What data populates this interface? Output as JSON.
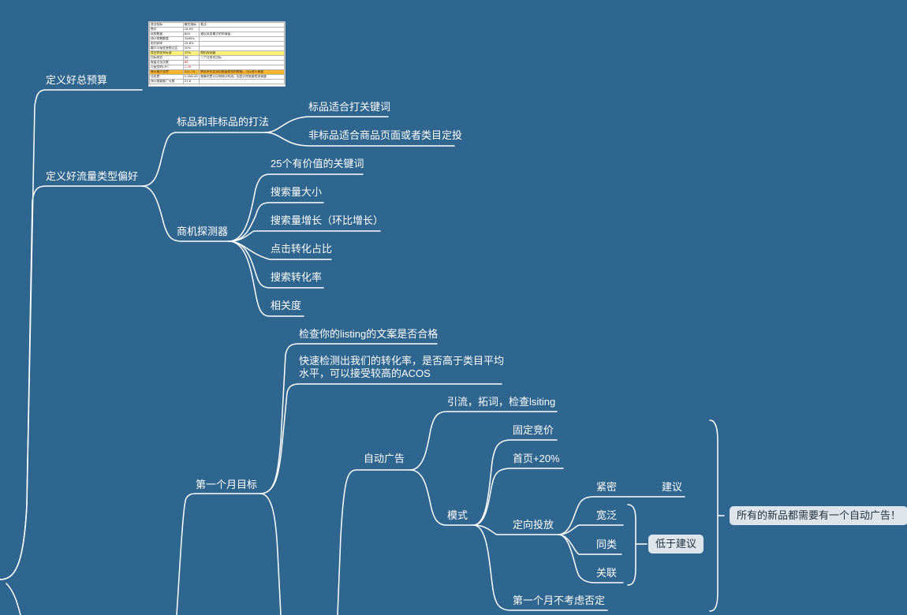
{
  "colors": {
    "background": "#2f6690",
    "line": "#ffffff",
    "text": "#ffffff",
    "callout_bg": "#dde4ea"
  },
  "nodes": {
    "budget": "定义好总预算",
    "traffic_pref": "定义好流量类型偏好",
    "std_vs_nonstd": "标品和非标品的打法",
    "std_keywords": "标品适合打关键词",
    "nonstd_targeting": "非标品适合商品页面或者类目定投",
    "opportunity_explorer": "商机探测器",
    "kw25": "25个有价值的关键词",
    "search_volume": "搜索量大小",
    "search_growth": "搜索量增长（环比增长）",
    "click_conv_share": "点击转化占比",
    "search_conv_rate": "搜索转化率",
    "relevance": "相关度",
    "first_month_goal": "第一个月目标",
    "listing_copy_check": "检查你的listing的文案是否合格",
    "conversion_check": "快速检测出我们的转化率，是否高于类目平均水平，可以接受较高的ACOS",
    "auto_ads": "自动广告",
    "auto_purpose": "引流，拓词，检查lsiting",
    "mode": "模式",
    "fixed_bid": "固定竞价",
    "top_page": "首页+20%",
    "targeting": "定向投放",
    "close_match": "紧密",
    "suggested": "建议",
    "loose_match": "宽泛",
    "substitutes": "同类",
    "complements": "关联",
    "below_suggested": "低于建议",
    "no_negation": "第一个月不考虑否定",
    "all_new_products_note": "所有的新品都需要有一个自动广告！"
  },
  "budget_table": [
    {
      "label": "营业指标",
      "value": "最优指标",
      "note": "看法",
      "style": ""
    },
    {
      "label": "售价",
      "value": "18.99",
      "note": "",
      "style": ""
    },
    {
      "label": "采购数量",
      "value": "800",
      "note": "建议采用最大的申请值",
      "style": ""
    },
    {
      "label": "预计销售额度",
      "value": "3465%",
      "note": "",
      "style": ""
    },
    {
      "label": "毛利润率",
      "value": "29.8%",
      "note": "",
      "style": ""
    },
    {
      "label": "最大可接受营销占比",
      "value": "20%",
      "note": "",
      "style": ""
    },
    {
      "label": "类目转化率标准",
      "value": "15%",
      "note": "商机探测器",
      "style": "yellow"
    },
    {
      "label": "目标排名",
      "value": "30",
      "note": "二个月排名目标",
      "style": ""
    },
    {
      "label": "需要点击次数",
      "value": "89",
      "note": "",
      "style": "",
      "value_red": true
    },
    {
      "label": "可接受的CPC",
      "value": "1.39",
      "note": "",
      "style": "",
      "value_red": true
    },
    {
      "label": "每天最大花费",
      "value": "221.74",
      "note": "转化率对比采用前面提到的数据，可以进行调整",
      "style": "orange"
    },
    {
      "label": "总花费",
      "value": "5,956.49",
      "note": "推算花费可以和预计利润，但是仍然需要检测调整",
      "style": ""
    },
    {
      "label": "预计需要推广天数",
      "value": "27.6",
      "note": "",
      "style": ""
    }
  ]
}
